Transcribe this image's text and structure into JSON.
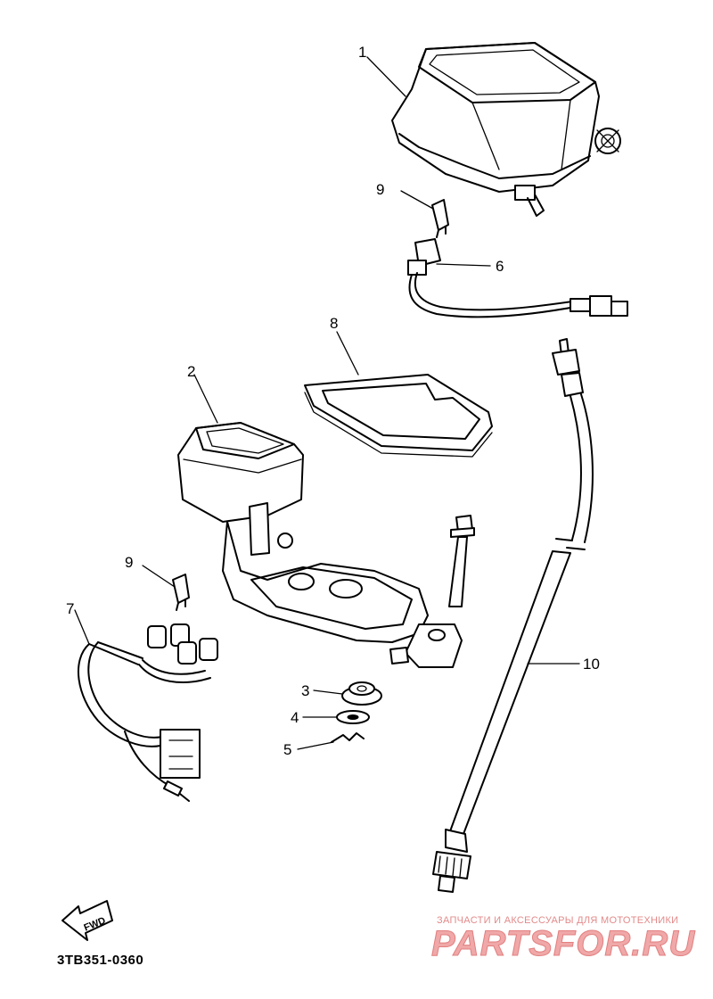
{
  "callouts": [
    {
      "id": "1",
      "label": "1"
    },
    {
      "id": "2",
      "label": "2"
    },
    {
      "id": "3",
      "label": "3"
    },
    {
      "id": "4",
      "label": "4"
    },
    {
      "id": "5",
      "label": "5"
    },
    {
      "id": "6",
      "label": "6"
    },
    {
      "id": "7",
      "label": "7"
    },
    {
      "id": "8",
      "label": "8"
    },
    {
      "id": "9a",
      "label": "9"
    },
    {
      "id": "9b",
      "label": "9"
    },
    {
      "id": "10",
      "label": "10"
    }
  ],
  "fwd_label": "FWD",
  "diagram_code": "3TB351-0360",
  "watermark": {
    "tagline": "ЗАПЧАСТИ И АКСЕССУАРЫ ДЛЯ МОТОТЕХНИКИ",
    "logo": "PARTSFOR.RU",
    "color": "#e27f7f"
  }
}
